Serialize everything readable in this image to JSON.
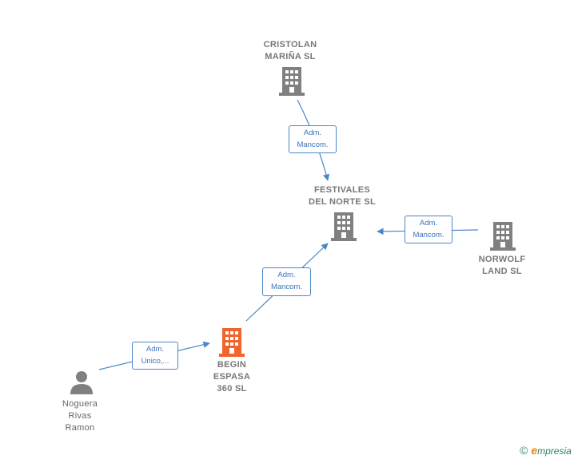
{
  "nodes": {
    "cristolan": {
      "label": "CRISTOLAN\nMARIÑA  SL",
      "type": "company",
      "color": "#808080"
    },
    "festivales": {
      "label": "FESTIVALES\nDEL NORTE  SL",
      "type": "company",
      "color": "#808080"
    },
    "norwolf": {
      "label": "NORWOLF\nLAND  SL",
      "type": "company",
      "color": "#808080"
    },
    "begin": {
      "label": "BEGIN\nESPASA\n360  SL",
      "type": "company",
      "color": "#f0642d"
    },
    "noguera": {
      "label": "Noguera\nRivas\nRamon",
      "type": "person",
      "color": "#808080"
    }
  },
  "edges": [
    {
      "from": "cristolan",
      "to": "festivales",
      "label": "Adm.\nMancom."
    },
    {
      "from": "norwolf",
      "to": "festivales",
      "label": "Adm.\nMancom."
    },
    {
      "from": "begin",
      "to": "festivales",
      "label": "Adm.\nMancom."
    },
    {
      "from": "noguera",
      "to": "begin",
      "label": "Adm.\nUnico,..."
    }
  ],
  "colors": {
    "edge": "#4a86c8",
    "company": "#808080",
    "focus": "#f0642d"
  },
  "brand": {
    "copyright": "©",
    "name": "mpresia",
    "initial": "e"
  }
}
